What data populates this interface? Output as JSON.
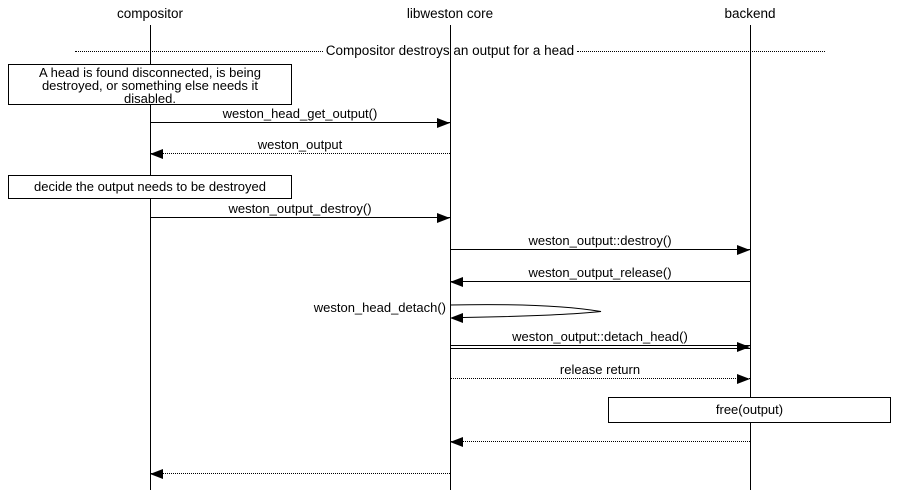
{
  "diagram": {
    "divider_label": "Compositor destroys an output for a head",
    "actors": [
      "compositor",
      "libweston core",
      "backend"
    ],
    "notes": [
      {
        "lines": [
          "A head is found disconnected, is being",
          "destroyed, or something else needs it",
          "disabled."
        ]
      },
      {
        "text": "decide the output needs to be destroyed"
      },
      {
        "text": "free(output)"
      }
    ],
    "messages": [
      {
        "label": "weston_head_get_output()",
        "from": "compositor",
        "to": "libweston core",
        "style": "solid"
      },
      {
        "label": "weston_output",
        "from": "libweston core",
        "to": "compositor",
        "style": "dotted"
      },
      {
        "label": "weston_output_destroy()",
        "from": "compositor",
        "to": "libweston core",
        "style": "solid"
      },
      {
        "label": "weston_output::destroy()",
        "from": "libweston core",
        "to": "backend",
        "style": "solid"
      },
      {
        "label": "weston_output_release()",
        "from": "backend",
        "to": "libweston core",
        "style": "solid"
      },
      {
        "label": "weston_head_detach()",
        "from": "libweston core",
        "to": "libweston core",
        "style": "self"
      },
      {
        "label": "weston_output::detach_head()",
        "from": "libweston core",
        "to": "backend",
        "style": "double"
      },
      {
        "label": "release return",
        "from": "libweston core",
        "to": "backend",
        "style": "dotted"
      },
      {
        "label": "",
        "from": "backend",
        "to": "libweston core",
        "style": "dotted"
      },
      {
        "label": "",
        "from": "libweston core",
        "to": "compositor",
        "style": "dotted"
      }
    ],
    "colors": {
      "line": "#000000",
      "background": "#ffffff"
    }
  }
}
